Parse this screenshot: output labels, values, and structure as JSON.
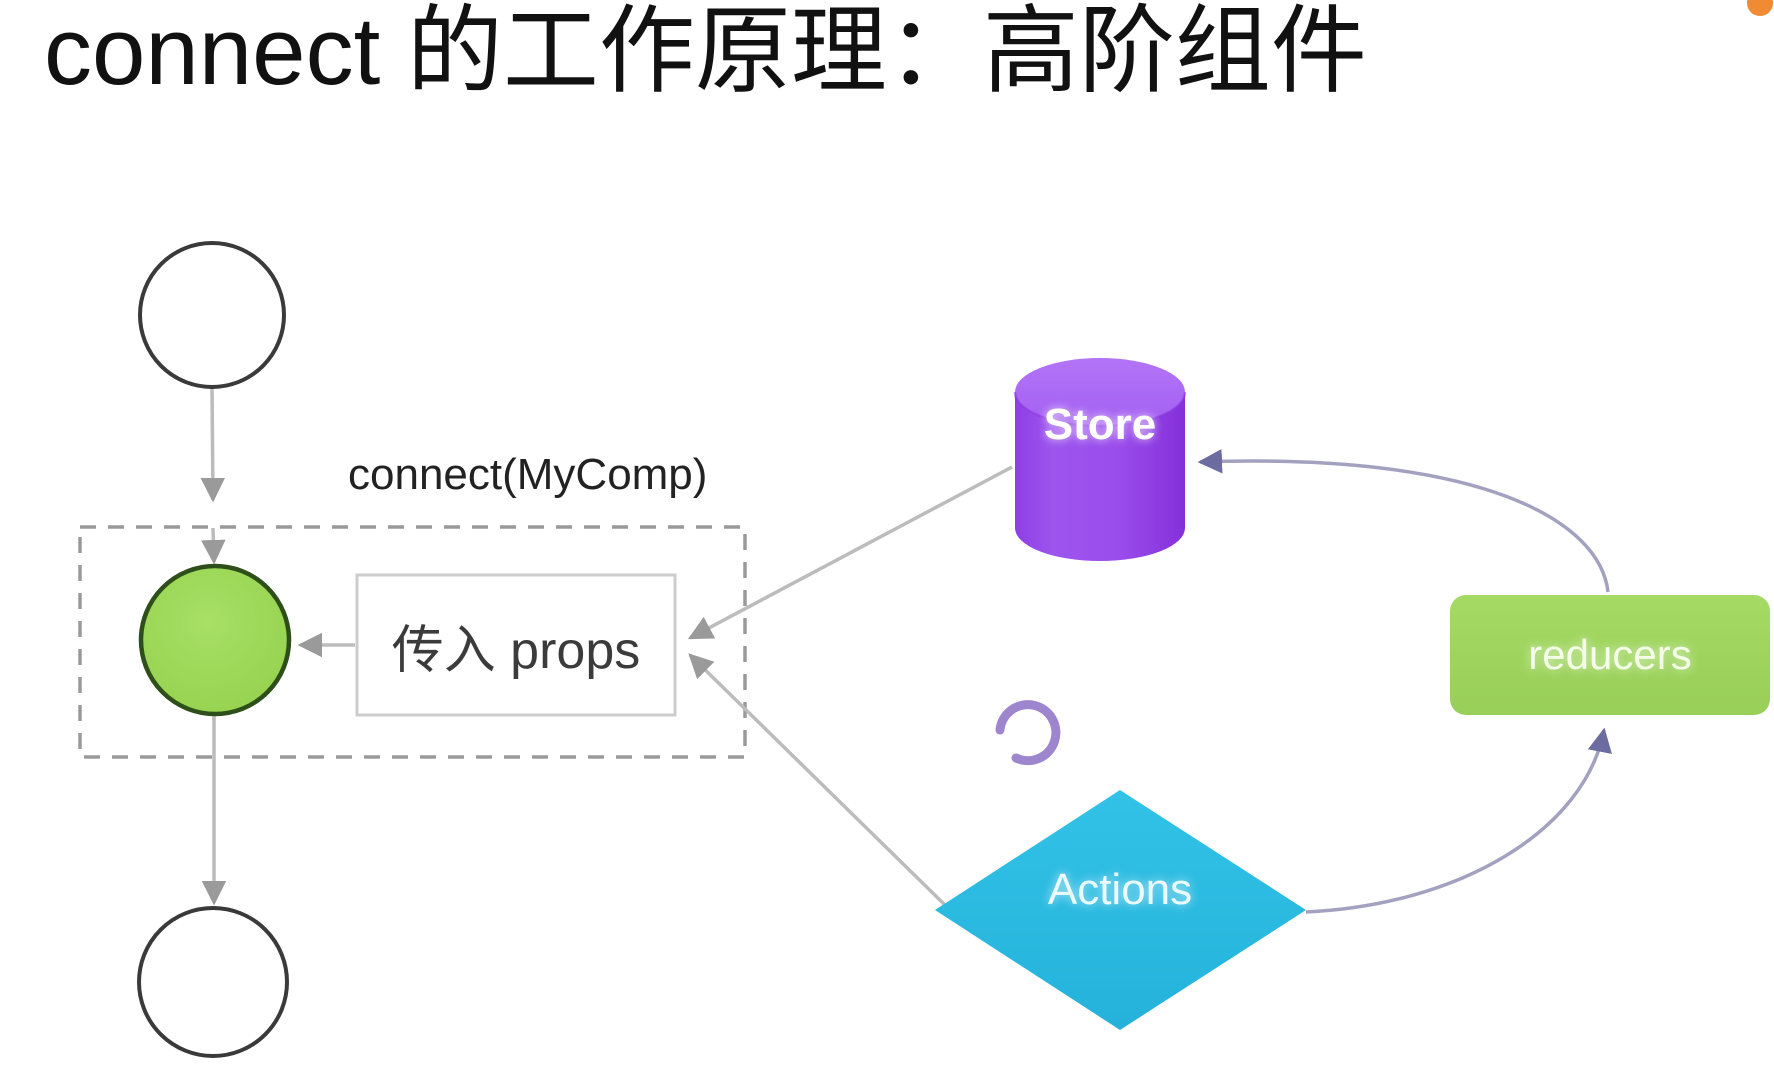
{
  "page": {
    "title": "connect 的工作原理：高阶组件",
    "background_color": "#ffffff"
  },
  "colors": {
    "store_purple": "#9a4deb",
    "store_purple_top": "#b06ef5",
    "store_purple_shade": "#8a34e0",
    "reducers_green": "#9fd55e",
    "actions_cyan": "#2ab9e0",
    "component_green": "#9ed958",
    "component_stroke": "#2f4f1a",
    "arrow_gray": "#aaaaaa",
    "arrow_purple": "#8b8ab8",
    "dashed_gray": "#999999",
    "box_border": "#c8c8c8",
    "text_dark": "#222222",
    "accent_orange": "#f08a33"
  },
  "diagram": {
    "type": "flow-diagram",
    "group_label": "connect(MyComp)",
    "nodes": [
      {
        "id": "parent-component",
        "shape": "circle",
        "label": "",
        "fill": "#ffffff",
        "stroke": "#333333"
      },
      {
        "id": "wrapped-component",
        "shape": "circle",
        "label": "",
        "fill": "#9ed958",
        "stroke": "#2f4f1a"
      },
      {
        "id": "child-component",
        "shape": "circle",
        "label": "",
        "fill": "#ffffff",
        "stroke": "#333333"
      },
      {
        "id": "props-box",
        "shape": "rectangle",
        "label": "传入 props",
        "fill": "#ffffff",
        "stroke": "#c8c8c8"
      },
      {
        "id": "store",
        "shape": "cylinder",
        "label": "Store",
        "fill": "#9a4deb"
      },
      {
        "id": "reducers",
        "shape": "rounded-rectangle",
        "label": "reducers",
        "fill": "#9fd55e"
      },
      {
        "id": "actions",
        "shape": "diamond",
        "label": "Actions",
        "fill": "#2ab9e0"
      }
    ],
    "edges": [
      {
        "from": "parent-component",
        "to": "wrapped-component",
        "style": "solid-arrow",
        "color": "#aaaaaa"
      },
      {
        "from": "wrapped-component",
        "to": "child-component",
        "style": "solid-arrow",
        "color": "#aaaaaa"
      },
      {
        "from": "props-box",
        "to": "wrapped-component",
        "style": "solid-arrow",
        "color": "#aaaaaa"
      },
      {
        "from": "store",
        "to": "props-box",
        "style": "solid-arrow",
        "color": "#aaaaaa"
      },
      {
        "from": "actions",
        "to": "props-box",
        "style": "solid-arrow",
        "color": "#aaaaaa"
      },
      {
        "from": "reducers",
        "to": "store",
        "style": "curved-arrow",
        "color": "#8b8ab8"
      },
      {
        "from": "actions",
        "to": "reducers",
        "style": "curved-arrow",
        "color": "#8b8ab8"
      }
    ],
    "annotations": [
      {
        "id": "actions-loop",
        "shape": "arc",
        "color": "#9a82c8"
      },
      {
        "id": "corner-dot",
        "shape": "circle",
        "color": "#f08a33"
      }
    ]
  },
  "labels": {
    "store": "Store",
    "reducers": "reducers",
    "actions": "Actions",
    "props": "传入 props",
    "connect_fn": "connect(MyComp)"
  }
}
